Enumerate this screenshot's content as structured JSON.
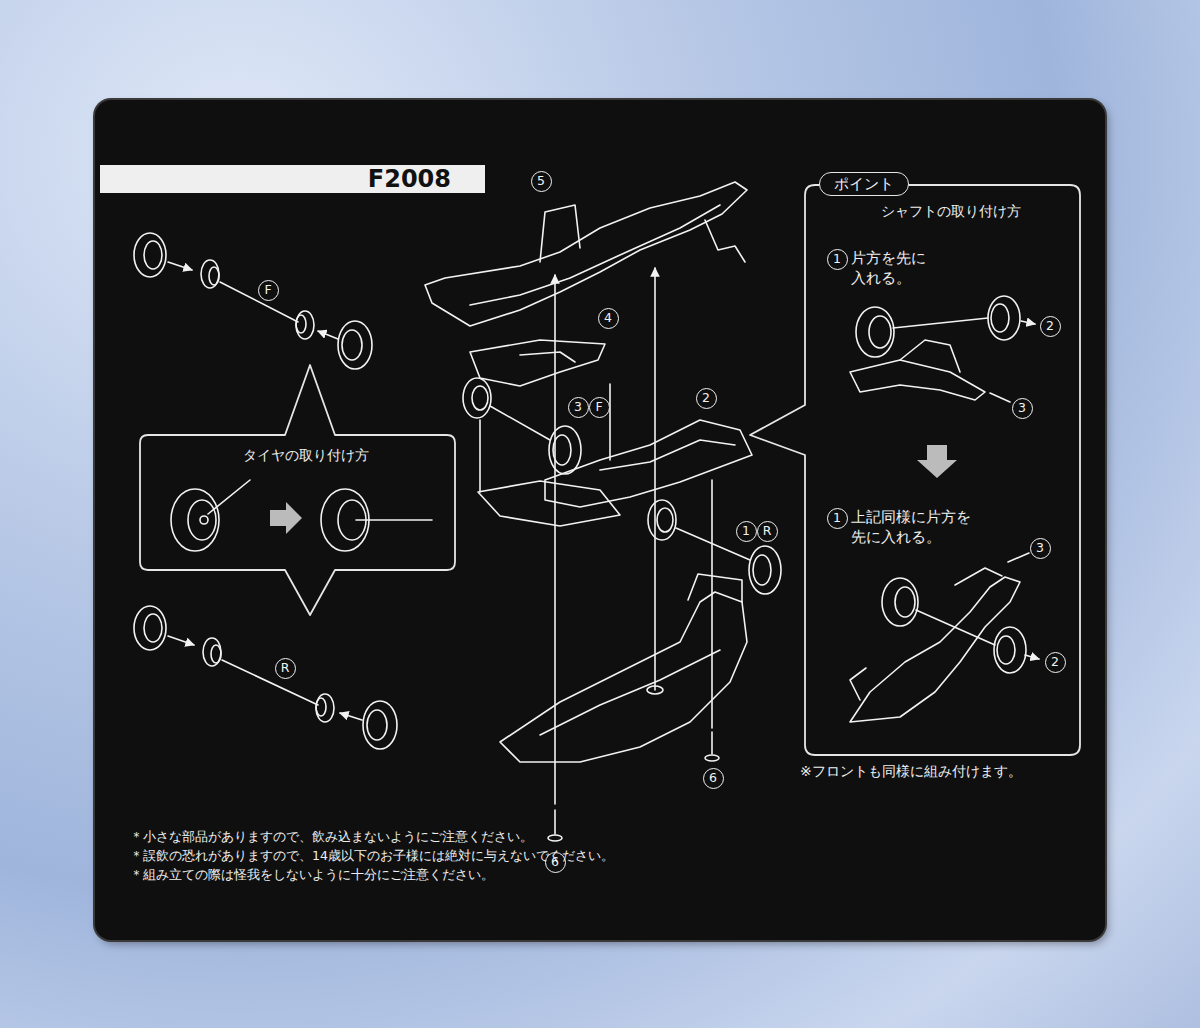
{
  "diagram": {
    "nodes": [
      {
        "text": [
          "F2008"
        ]
      },
      {
        "text": [
          "タイヤの取り付け方"
        ]
      },
      {
        "text": [
          "ポイント",
          "シャフトの取り付け方"
        ]
      }
    ],
    "labels": [
      "F",
      "R",
      "5",
      "4",
      "3",
      "F",
      "2",
      "1",
      "R",
      "6",
      "6",
      "1",
      "片方を先に 入れる。",
      "2",
      "3",
      "1",
      "上記同様に片方を 先に入れる。",
      "3",
      "2",
      "※フロントも同様に組み付けます。",
      "＊小さな部品がありますので、飲み込まないようにご注意ください。",
      "＊誤飲の恐れがありますので、14歳以下のお子様には絶対に与えないでください。",
      "＊組み立ての際は怪我をしないように十分にご注意ください。"
    ]
  }
}
